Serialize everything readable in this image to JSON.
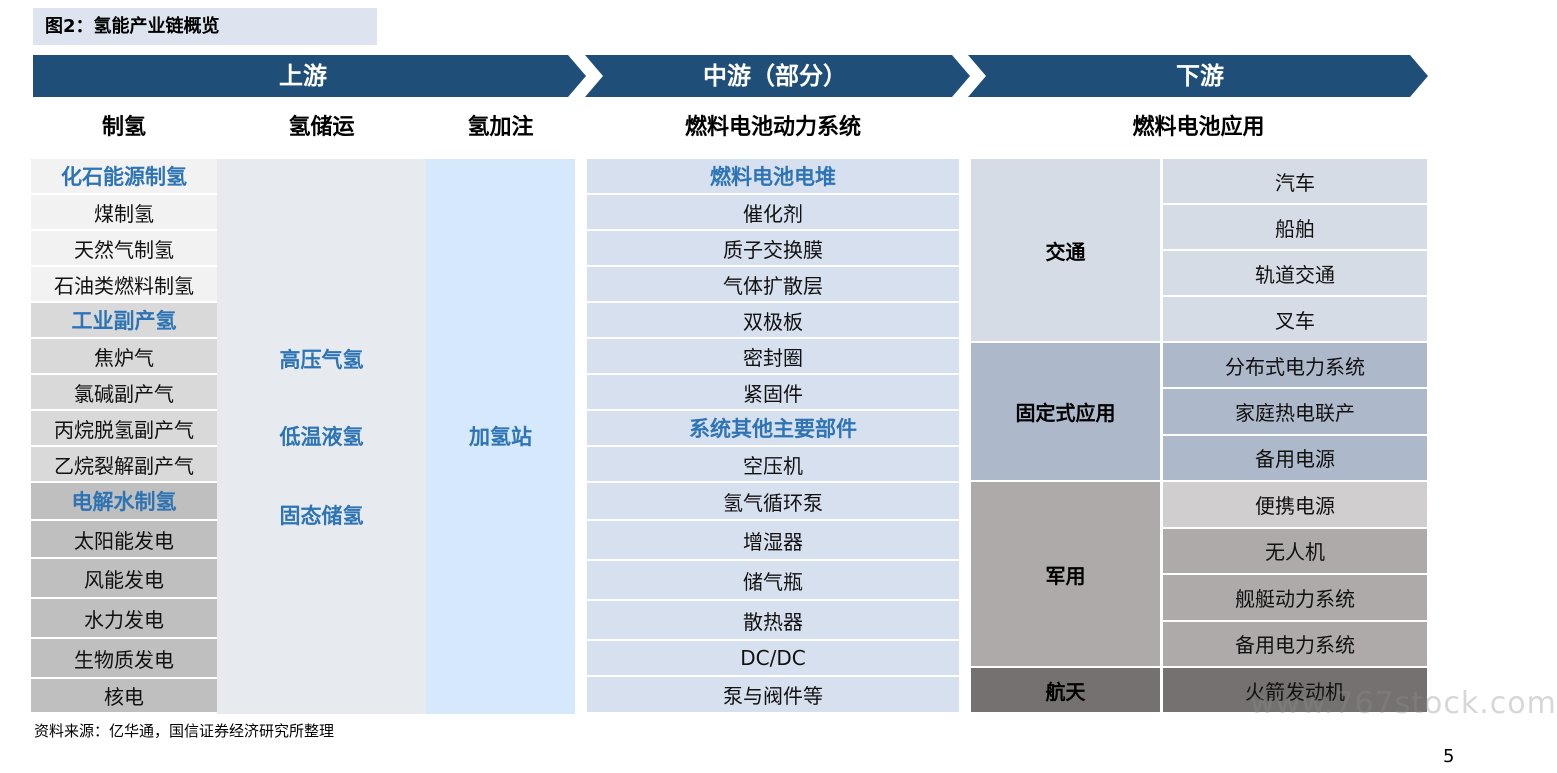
{
  "title": "图2：氢能产业链概览",
  "bands": {
    "upstream": "上游",
    "midstream": "中游（部分）",
    "downstream": "下游"
  },
  "column_headers": {
    "production": "制氢",
    "storage": "氢储运",
    "refueling": "氢加注",
    "fuel_cell_system": "燃料电池动力系统",
    "fuel_cell_app": "燃料电池应用"
  },
  "production": [
    {
      "label": "化石能源制氢",
      "type": "group",
      "tone": "light"
    },
    {
      "label": "煤制氢",
      "type": "item",
      "tone": "light"
    },
    {
      "label": "天然气制氢",
      "type": "item",
      "tone": "light"
    },
    {
      "label": "石油类燃料制氢",
      "type": "item",
      "tone": "light"
    },
    {
      "label": "工业副产氢",
      "type": "group",
      "tone": "mid"
    },
    {
      "label": "焦炉气",
      "type": "item",
      "tone": "mid"
    },
    {
      "label": "氯碱副产气",
      "type": "item",
      "tone": "mid"
    },
    {
      "label": "丙烷脱氢副产气",
      "type": "item",
      "tone": "mid"
    },
    {
      "label": "乙烷裂解副产气",
      "type": "item",
      "tone": "mid"
    },
    {
      "label": "电解水制氢",
      "type": "group",
      "tone": "dark"
    },
    {
      "label": "太阳能发电",
      "type": "item",
      "tone": "dark"
    },
    {
      "label": "风能发电",
      "type": "item",
      "tone": "dark"
    },
    {
      "label": "水力发电",
      "type": "item",
      "tone": "dark"
    },
    {
      "label": "生物质发电",
      "type": "item",
      "tone": "dark"
    },
    {
      "label": "核电",
      "type": "item",
      "tone": "dark"
    }
  ],
  "storage": [
    "高压气氢",
    "低温液氢",
    "固态储氢"
  ],
  "refueling": "加氢站",
  "fuel_cell_system": [
    {
      "label": "燃料电池电堆",
      "type": "group"
    },
    {
      "label": "催化剂",
      "type": "item"
    },
    {
      "label": "质子交换膜",
      "type": "item"
    },
    {
      "label": "气体扩散层",
      "type": "item"
    },
    {
      "label": "双极板",
      "type": "item"
    },
    {
      "label": "密封圈",
      "type": "item"
    },
    {
      "label": "紧固件",
      "type": "item"
    },
    {
      "label": "系统其他主要部件",
      "type": "group"
    },
    {
      "label": "空压机",
      "type": "item"
    },
    {
      "label": "氢气循环泵",
      "type": "item"
    },
    {
      "label": "增湿器",
      "type": "item"
    },
    {
      "label": "储气瓶",
      "type": "item"
    },
    {
      "label": "散热器",
      "type": "item"
    },
    {
      "label": "DC/DC",
      "type": "item"
    },
    {
      "label": "泵与阀件等",
      "type": "item"
    }
  ],
  "applications": [
    {
      "category": "交通",
      "items": [
        "汽车",
        "船舶",
        "轨道交通",
        "叉车"
      ],
      "color": "#d6dce5"
    },
    {
      "category": "固定式应用",
      "items": [
        "分布式电力系统",
        "家庭热电联产",
        "备用电源"
      ],
      "color": "#adb9ca"
    },
    {
      "category": "军用",
      "items": [
        "便携电源",
        "无人机",
        "舰艇动力系统",
        "备用电力系统"
      ],
      "color": "#aeaaaa"
    },
    {
      "category": "航天",
      "items": [
        "火箭发动机"
      ],
      "color": "#767171"
    }
  ],
  "colors": {
    "band": "#1f4e79",
    "blue_text": "#2e74b5",
    "tone_light": "#f2f2f2",
    "tone_mid": "#d9d9d9",
    "tone_dark": "#bfbfbf",
    "storage_bg": "#e7ebf0",
    "refuel_bg": "#d6e8fb",
    "midstream_bg": "#d6e0ee"
  },
  "source": "资料来源：亿华通，国信证券经济研究所整理",
  "page_number": "5",
  "watermark": "www.767stock.com"
}
